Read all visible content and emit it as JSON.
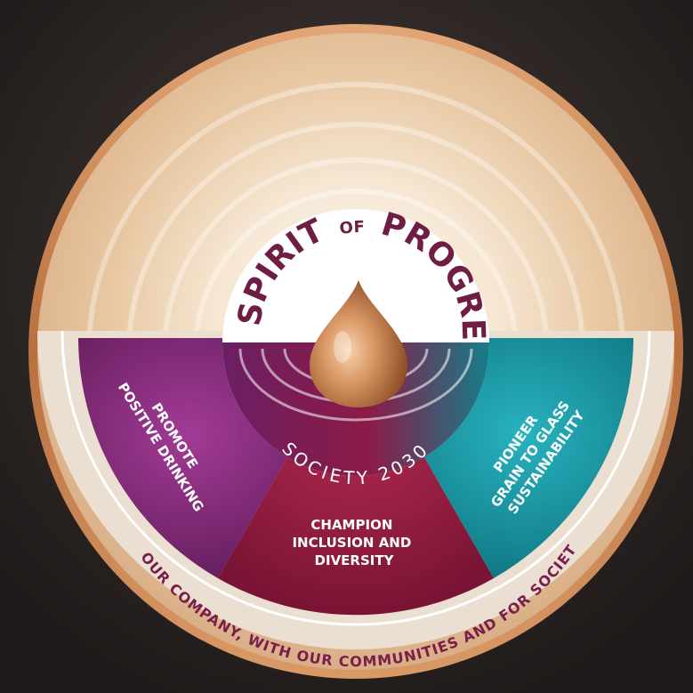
{
  "title": {
    "word1": "SPIRIT",
    "word2": "OF",
    "word3": "PROGRESS"
  },
  "subtitle": "SOCIETY 2030",
  "segments": [
    {
      "lines": [
        "PROMOTE",
        "POSITIVE DRINKING"
      ]
    },
    {
      "lines": [
        "CHAMPION",
        "INCLUSION AND",
        "DIVERSITY"
      ]
    },
    {
      "lines": [
        "PIONEER",
        "GRAIN TO GLASS",
        "SUSTAINABILITY"
      ]
    }
  ],
  "footer": "IN OUR COMPANY, WITH OUR COMMUNITIES AND FOR SOCIETY.",
  "colors": {
    "background": "#2a2524",
    "copper": "#c98a5a",
    "cream": "#f3e6d6",
    "purple": "#7a2470",
    "maroon": "#9c1c42",
    "teal": "#1d96a3",
    "title": "#6e1d44"
  }
}
